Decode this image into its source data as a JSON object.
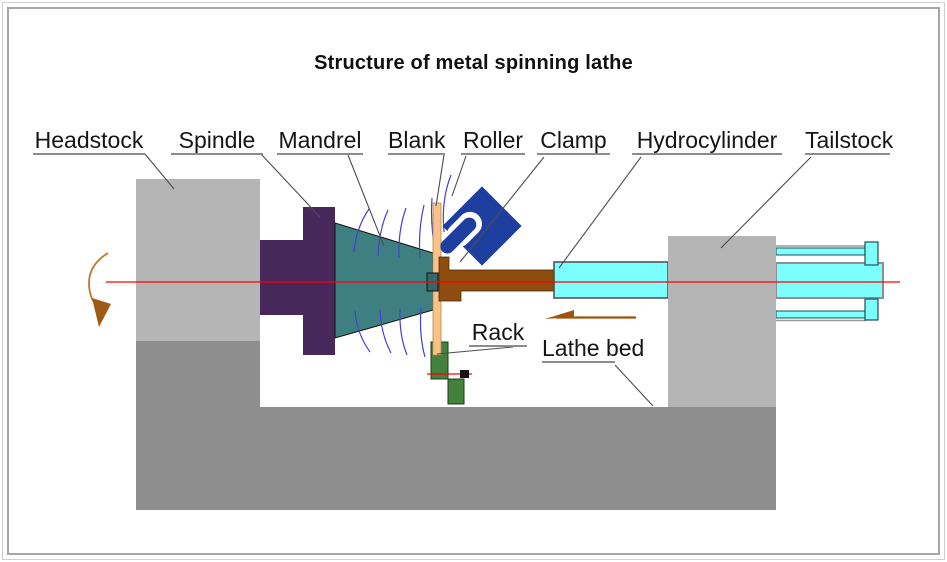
{
  "title": "Structure of metal spinning lathe",
  "labels": {
    "headstock": "Headstock",
    "spindle": "Spindle",
    "mandrel": "Mandrel",
    "blank": "Blank",
    "roller": "Roller",
    "clamp": "Clamp",
    "hydrocylinder": "Hydrocylinder",
    "tailstock": "Tailstock",
    "rack": "Rack",
    "lathe_bed": "Lathe bed"
  },
  "colors": {
    "headstock": "#b5b5b5",
    "tailstock": "#b5b5b5",
    "lathe_bed": "#8e8e8e",
    "spindle": "#48285a",
    "mandrel": "#3e8082",
    "blank": "#f6c38b",
    "clamp": "#8e4d0f",
    "roller": "#1e3fa0",
    "hydrocylinder": "#7dffff",
    "rack": "#44813d",
    "centerline": "#ff0000",
    "flow_lines": "#4242d2",
    "rotation_arrow": "#b06a1a",
    "feed_arrow": "#a0540a",
    "leader_lines": "#4d4d4d",
    "label_underline": "#8c8c8c"
  }
}
